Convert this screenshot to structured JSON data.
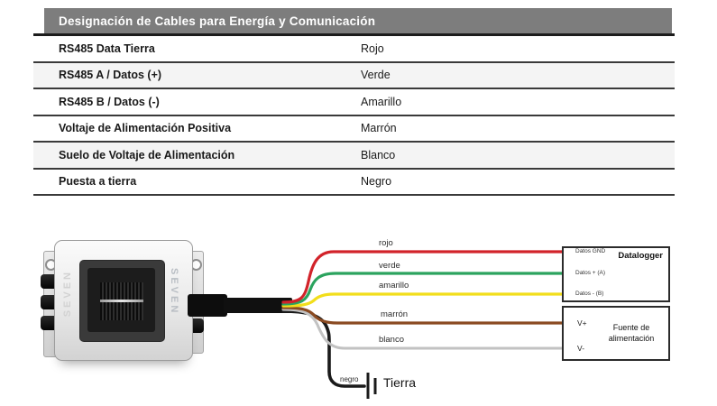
{
  "table": {
    "title": "Designación de Cables para Energía y Comunicación",
    "header_bg": "#7d7d7d",
    "row_alt_bg": "#f4f4f4",
    "rows": [
      {
        "label": "RS485 Data Tierra",
        "value": "Rojo"
      },
      {
        "label": "RS485 A / Datos (+)",
        "value": "Verde"
      },
      {
        "label": "RS485 B / Datos (-)",
        "value": "Amarillo"
      },
      {
        "label": "Voltaje de Alimentación Positiva",
        "value": "Marrón"
      },
      {
        "label": "Suelo de Voltaje de Alimentación",
        "value": "Blanco"
      },
      {
        "label": "Puesta a tierra",
        "value": "Negro"
      }
    ]
  },
  "diagram": {
    "device": {
      "brand": "SEVEN"
    },
    "wires": [
      {
        "label": "rojo",
        "color": "#d2232a"
      },
      {
        "label": "verde",
        "color": "#2ba35e"
      },
      {
        "label": "amarillo",
        "color": "#f2de1b"
      },
      {
        "label": "marrón",
        "color": "#8a4a21"
      },
      {
        "label": "blanco",
        "color": "#c2c2c2"
      },
      {
        "label": "negro",
        "color": "#1a1a1a"
      }
    ],
    "datalogger": {
      "title": "Datalogger",
      "terminals": [
        {
          "label": "Datos GND",
          "color": "#2ba35e"
        },
        {
          "label": "Datos + (A)",
          "color": "#2ba35e"
        },
        {
          "label": "Datos - (B)",
          "color": "#e3cf1c"
        }
      ]
    },
    "power_supply": {
      "title": "Fuente de\nalimentación",
      "terminals": [
        {
          "label": "V+",
          "color": "#8a4a21"
        },
        {
          "label": "V-",
          "color": "#b5b5b5"
        }
      ]
    },
    "ground": {
      "wire_label": "negro",
      "label": "Tierra"
    }
  }
}
